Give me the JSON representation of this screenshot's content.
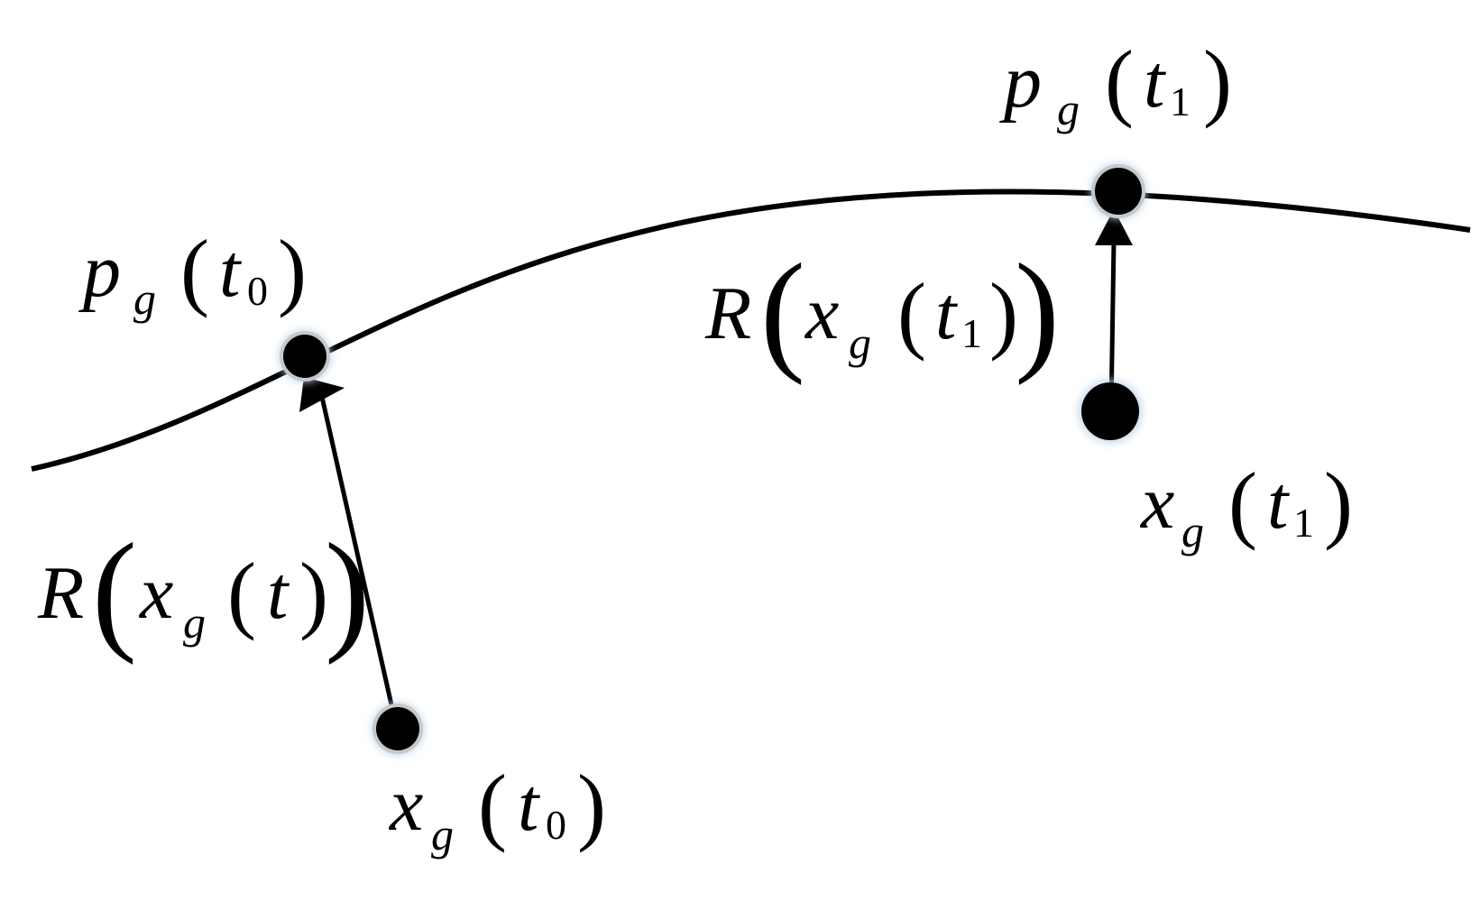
{
  "diagram": {
    "labels": {
      "p_t0": {
        "main": "p",
        "sub": "g",
        "open": "(",
        "arg": "t",
        "argsub": "0",
        "close": ")"
      },
      "p_t1": {
        "main": "p",
        "sub": "g",
        "open": "(",
        "arg": "t",
        "argsub": "1",
        "close": ")"
      },
      "x_t0": {
        "main": "x",
        "sub": "g",
        "open": "(",
        "arg": "t",
        "argsub": "0",
        "close": ")"
      },
      "x_t1": {
        "main": "x",
        "sub": "g",
        "open": "(",
        "arg": "t",
        "argsub": "1",
        "close": ")"
      },
      "R_t": {
        "R": "R",
        "open": "(",
        "main": "x",
        "sub": "g",
        "open2": "(",
        "arg": "t",
        "close2": ")",
        "close": ")"
      },
      "R_t1": {
        "R": "R",
        "open": "(",
        "main": "x",
        "sub": "g",
        "open2": "(",
        "arg": "t",
        "argsub": "1",
        "close2": ")",
        "close": ")"
      }
    },
    "colors": {
      "stroke": "#000000",
      "glow": "#bcd8ee",
      "background": "#ffffff"
    }
  }
}
